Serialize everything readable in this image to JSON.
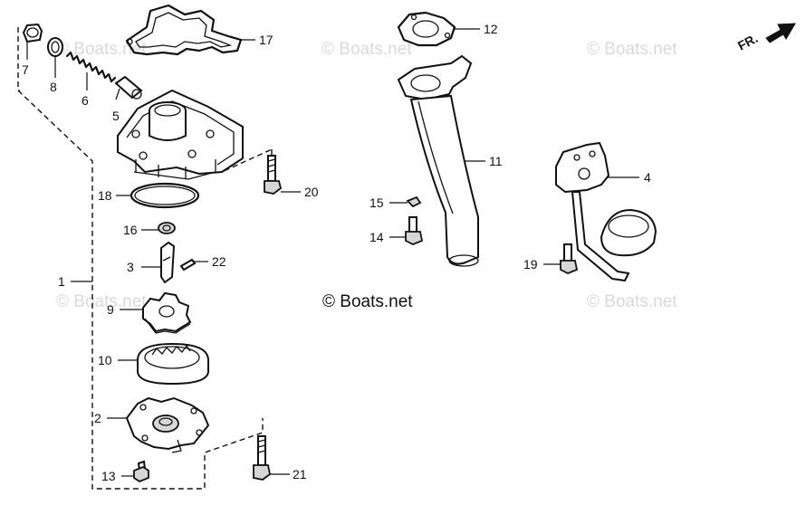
{
  "watermark": "© Boats.net",
  "center_brand": "© Boats.net",
  "direction": {
    "label": "FR."
  },
  "callouts": {
    "p1": "1",
    "p2": "2",
    "p3": "3",
    "p4": "4",
    "p5": "5",
    "p6": "6",
    "p7": "7",
    "p8": "8",
    "p9": "9",
    "p10": "10",
    "p11": "11",
    "p12": "12",
    "p13": "13",
    "p14": "14",
    "p15": "15",
    "p16": "16",
    "p17": "17",
    "p18": "18",
    "p19": "19",
    "p20": "20",
    "p21": "21",
    "p22": "22"
  }
}
